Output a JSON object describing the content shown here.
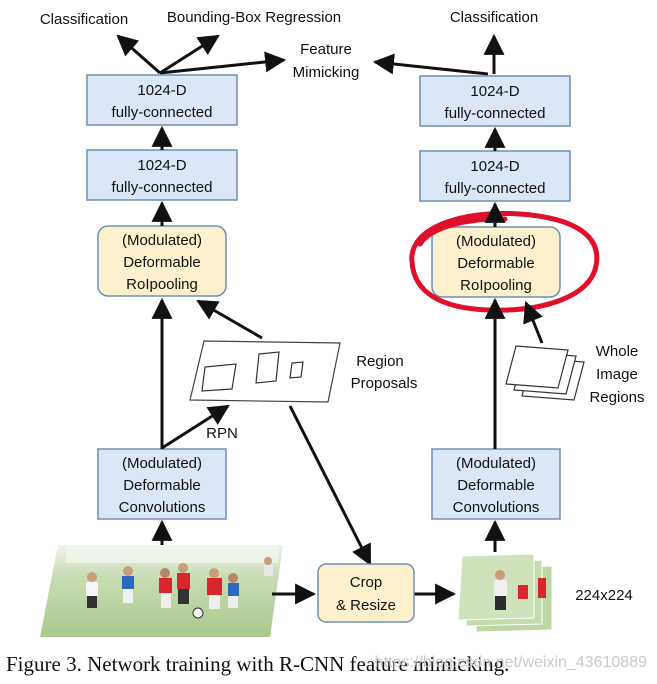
{
  "colors": {
    "fc_fill": "#dbe7f6",
    "fc_stroke": "#6f8fb4",
    "pool_fill": "#fdf1cd",
    "pool_stroke": "#6f8fb4",
    "highlight": "#e0102a",
    "arrow": "#111111"
  },
  "outputs": {
    "classification_left": "Classification",
    "bbox_regression": "Bounding-Box Regression",
    "classification_right": "Classification",
    "feature_mimicking_line1": "Feature",
    "feature_mimicking_line2": "Mimicking"
  },
  "left": {
    "fc_top": {
      "line1": "1024-D",
      "line2": "fully-connected"
    },
    "fc_mid": {
      "line1": "1024-D",
      "line2": "fully-connected"
    },
    "pool": {
      "line1": "(Modulated)",
      "line2": "Deformable",
      "line3": "RoIpooling"
    },
    "conv": {
      "line1": "(Modulated)",
      "line2": "Deformable",
      "line3": "Convolutions"
    }
  },
  "right": {
    "fc_top": {
      "line1": "1024-D",
      "line2": "fully-connected"
    },
    "fc_mid": {
      "line1": "1024-D",
      "line2": "fully-connected"
    },
    "pool": {
      "line1": "(Modulated)",
      "line2": "Deformable",
      "line3": "RoIpooling"
    },
    "conv": {
      "line1": "(Modulated)",
      "line2": "Deformable",
      "line3": "Convolutions"
    }
  },
  "labels": {
    "region_proposals_line1": "Region",
    "region_proposals_line2": "Proposals",
    "rpn": "RPN",
    "whole_line1": "Whole",
    "whole_line2": "Image",
    "whole_line3": "Regions",
    "crop_line1": "Crop",
    "crop_line2": "& Resize",
    "crop_size": "224x224"
  },
  "caption": "Figure 3. Network training with R-CNN feature mimicking.",
  "watermark": "https://blog.csdn.net/weixin_43610889"
}
